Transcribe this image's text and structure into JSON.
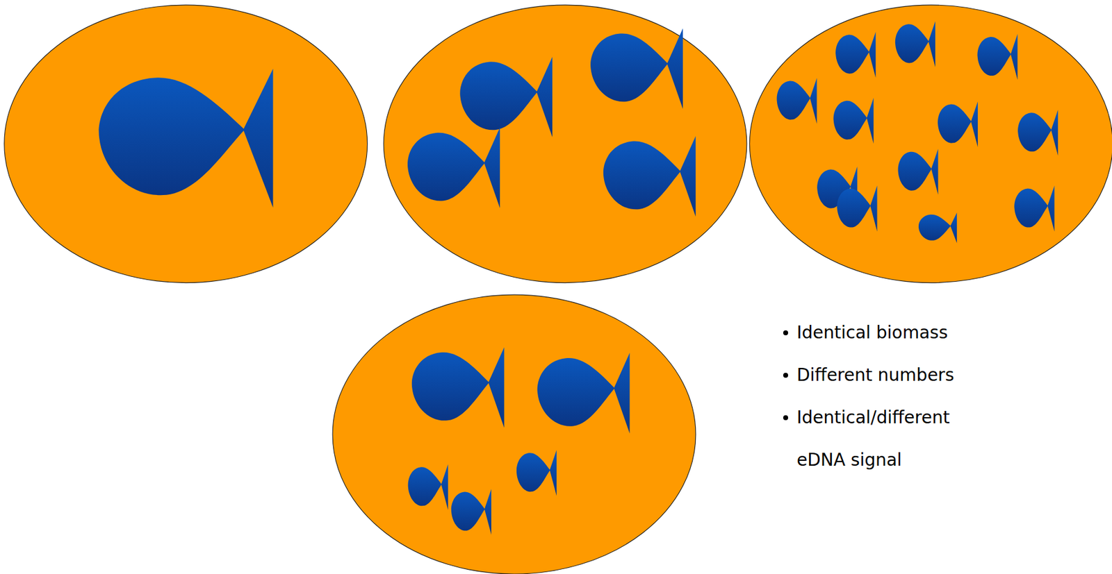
{
  "diagram": {
    "labels": [
      "Identical biomass",
      "Different numbers",
      "Identical/different eDNA signal"
    ]
  }
}
